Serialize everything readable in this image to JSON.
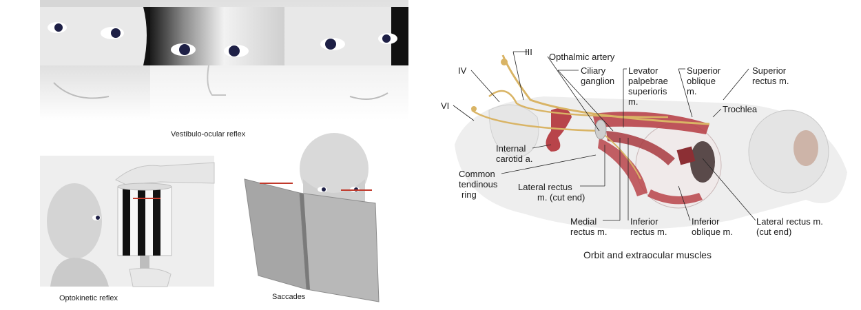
{
  "captions": {
    "vestibulo": "Vestibulo-ocular reflex",
    "optokinetic": "Optokinetic reflex",
    "saccades": "Saccades",
    "orbit": "Orbit and extraocular muscles"
  },
  "labels": {
    "iii": "III",
    "iv": "IV",
    "vi": "VI",
    "opthalmic_artery": "Opthalmic artery",
    "ciliary_ganglion_1": "Ciliary",
    "ciliary_ganglion_2": "ganglion",
    "levator_1": "Levator",
    "levator_2": "palpebrae",
    "levator_3": "superioris",
    "levator_4": "m.",
    "superior_oblique_1": "Superior",
    "superior_oblique_2": "oblique",
    "superior_oblique_3": "m.",
    "superior_rectus_1": "Superior",
    "superior_rectus_2": "rectus m.",
    "trochlea": "Trochlea",
    "internal_carotid_1": "Internal",
    "internal_carotid_2": "carotid a.",
    "common_ring_1": "Common",
    "common_ring_2": "tendinous",
    "common_ring_3": "ring",
    "lateral_rectus_cut_1": "Lateral rectus",
    "lateral_rectus_cut_2": "m. (cut end)",
    "medial_rectus_1": "Medial",
    "medial_rectus_2": "rectus m.",
    "inferior_rectus_1": "Inferior",
    "inferior_rectus_2": "rectus m.",
    "inferior_oblique_1": "Inferior",
    "inferior_oblique_2": "oblique m.",
    "lateral_rectus_right_1": "Lateral rectus m.",
    "lateral_rectus_right_2": "(cut end)"
  },
  "colors": {
    "muscle": "#b8444a",
    "nerve": "#d9b465",
    "skin": "#e2e2e2",
    "iris": "#1e2046",
    "leader": "#222222"
  }
}
